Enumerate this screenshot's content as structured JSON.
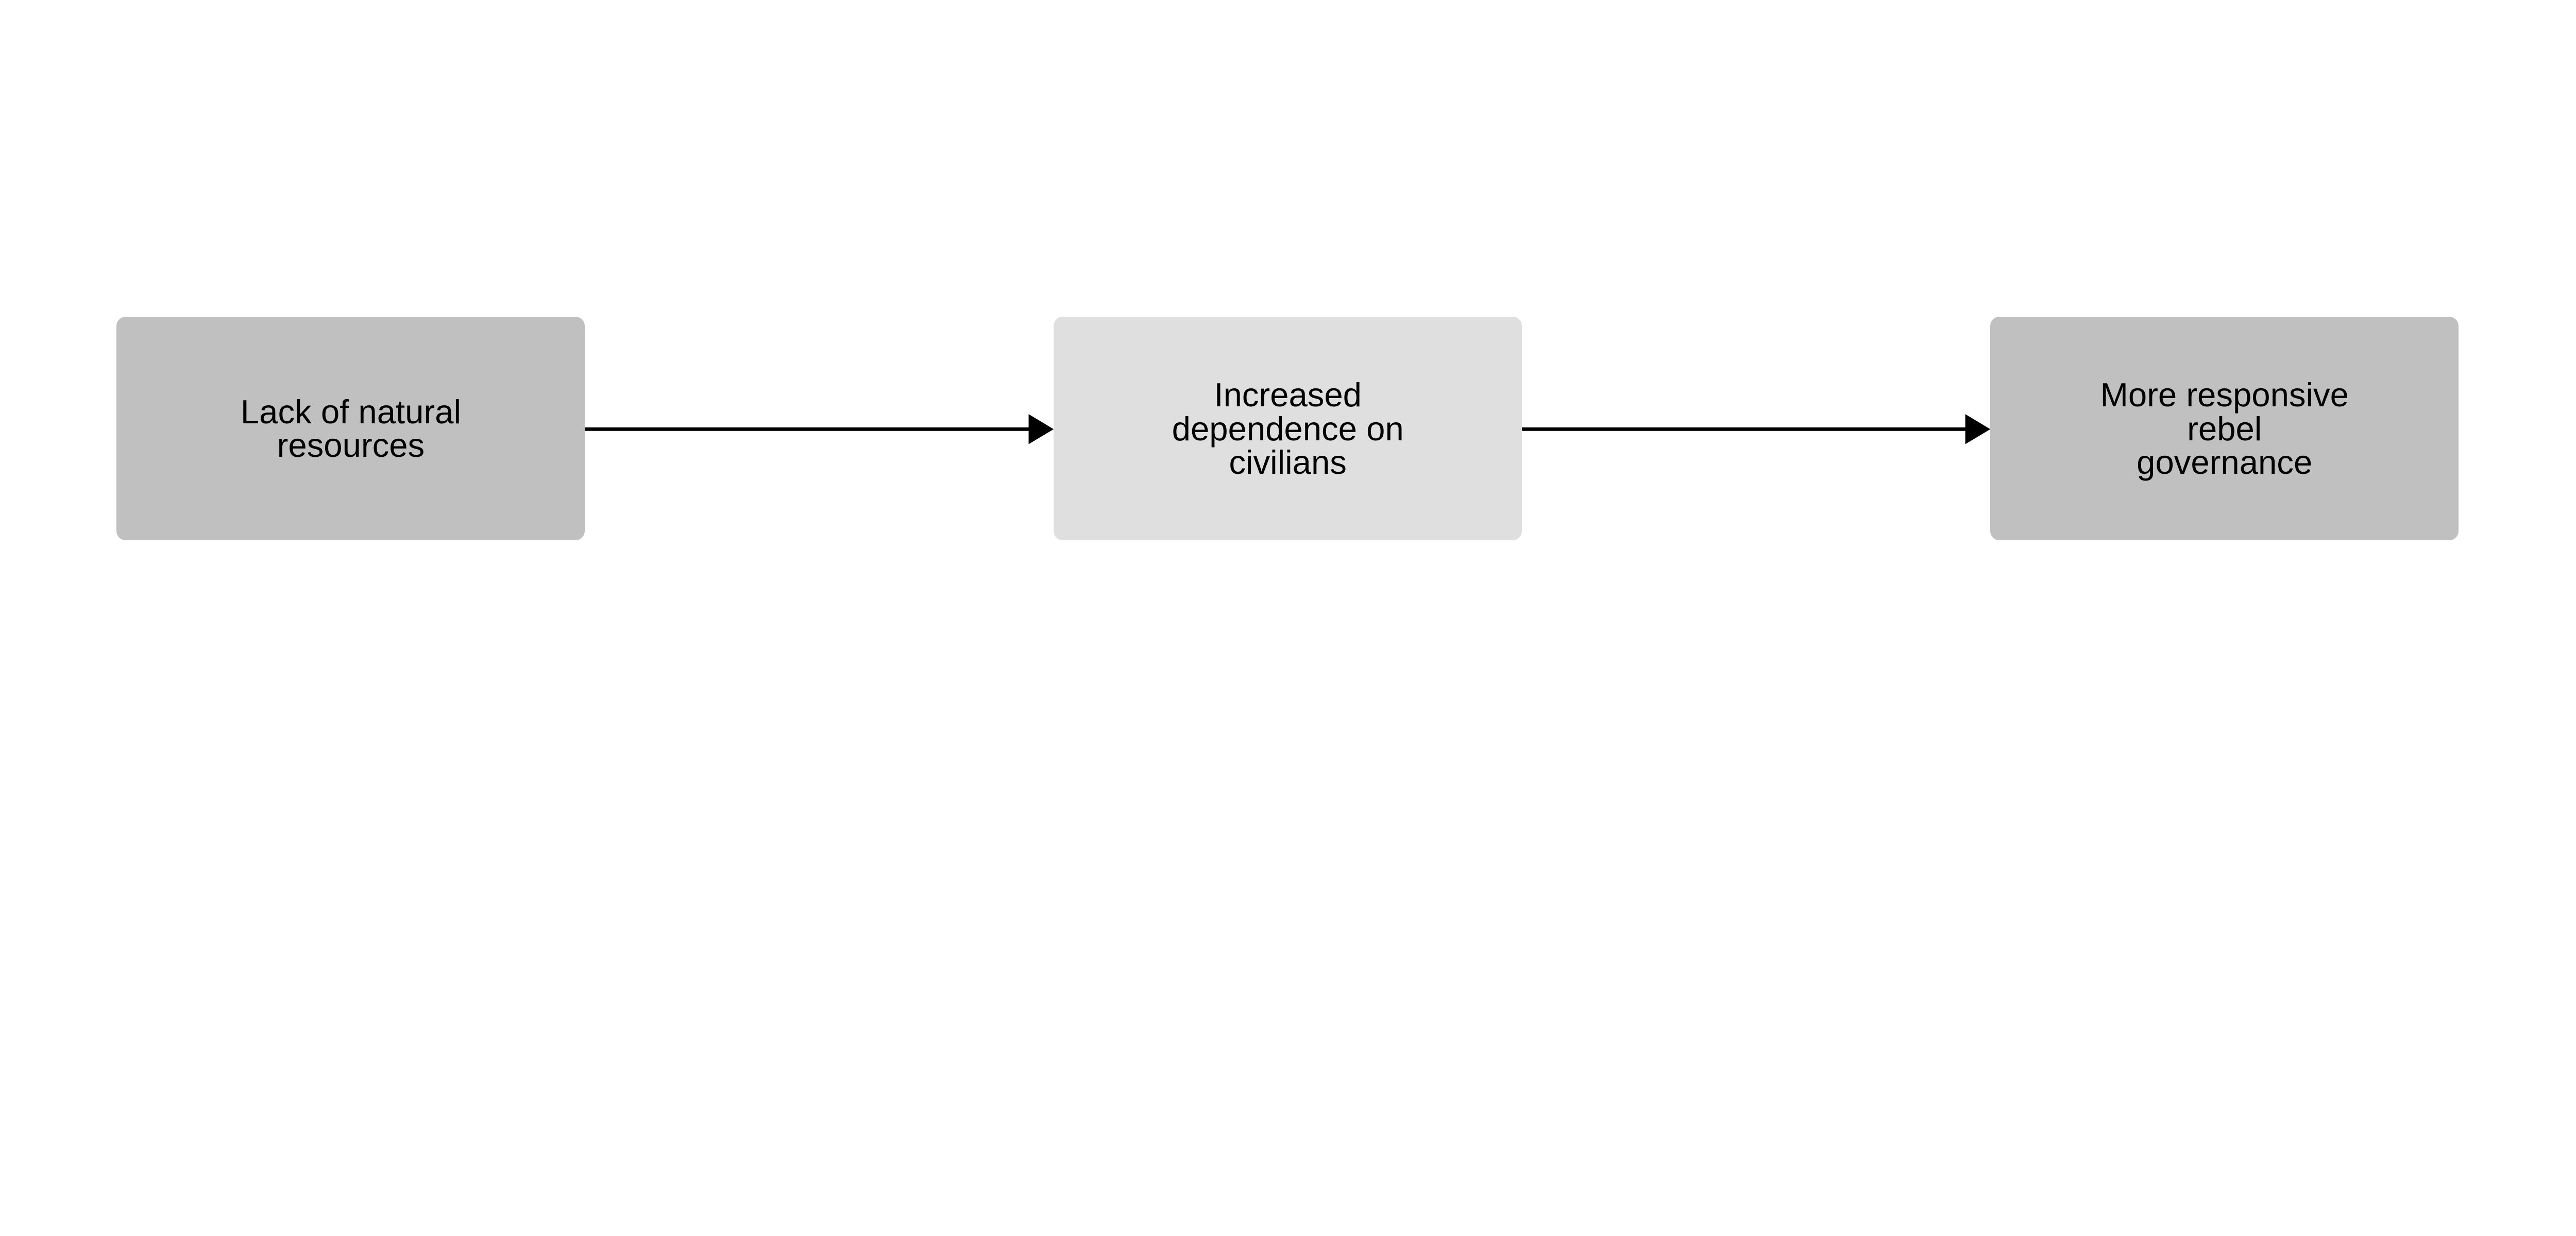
{
  "nodes": [
    {
      "label": "Lack of natural\nresources",
      "fill": "#c0c0c0"
    },
    {
      "label": "Increased\ndependence on\ncivilians",
      "fill": "#dfdfdf"
    },
    {
      "label": "More responsive\nrebel\ngovernance",
      "fill": "#c0c0c0"
    }
  ],
  "edges": [
    {
      "from": "Lack of natural resources",
      "to": "Increased dependence on civilians"
    },
    {
      "from": "Increased dependence on civilians",
      "to": "More responsive rebel governance"
    }
  ],
  "colors": {
    "edge": "#000000",
    "text": "#000000"
  }
}
